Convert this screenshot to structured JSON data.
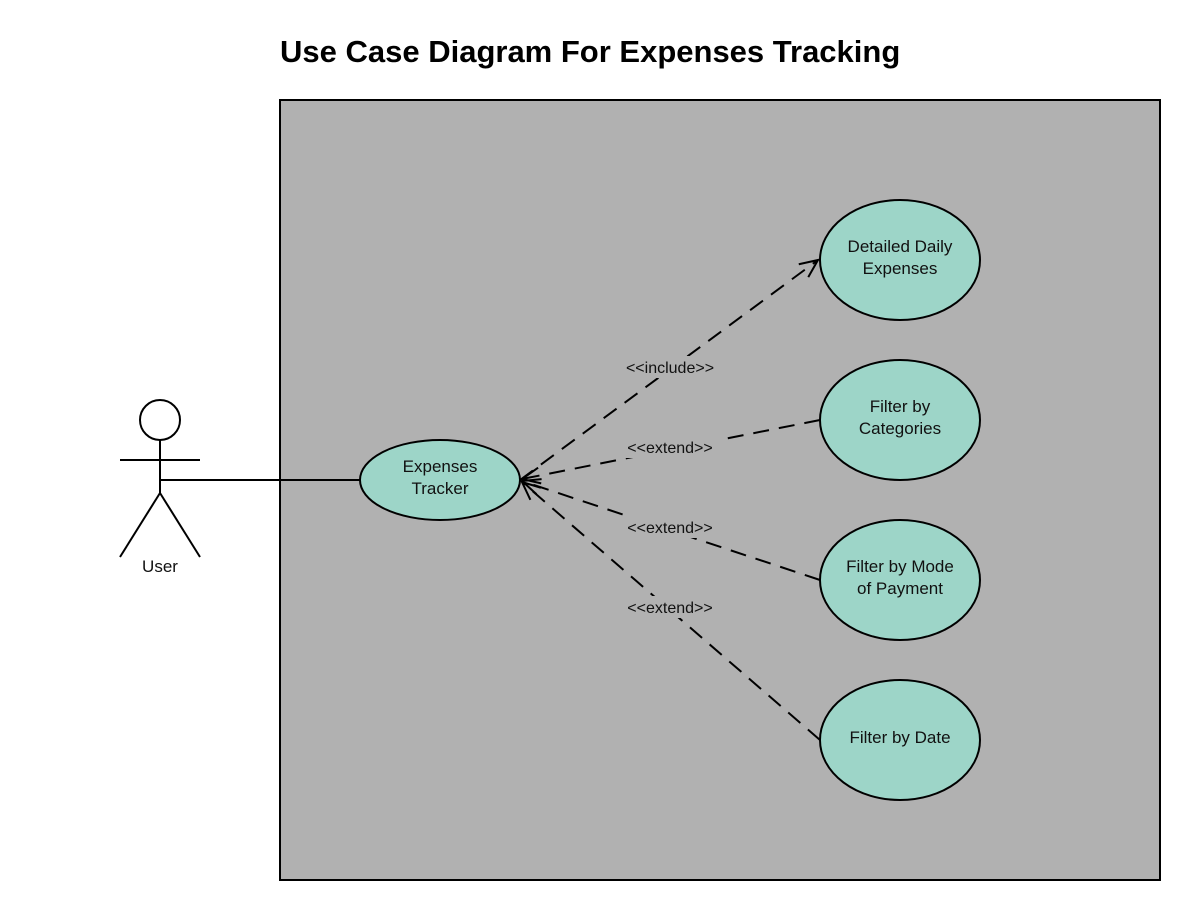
{
  "title": "Use Case Diagram For Expenses Tracking",
  "colors": {
    "system_boundary_fill": "#b1b1b1",
    "use_case_fill": "#9dd5c8",
    "stroke": "#000000",
    "page_background": "#ffffff"
  },
  "actor": {
    "label": "User",
    "icon": "stick-figure-icon"
  },
  "use_cases": {
    "main": {
      "line1": "Expenses",
      "line2": "Tracker"
    },
    "detailed_daily": {
      "line1": "Detailed Daily",
      "line2": "Expenses"
    },
    "filter_categories": {
      "line1": "Filter by",
      "line2": "Categories"
    },
    "filter_payment": {
      "line1": "Filter by Mode",
      "line2": "of Payment"
    },
    "filter_date": {
      "line1": "Filter by Date"
    }
  },
  "relationships": [
    {
      "from": "Expenses Tracker",
      "to": "Detailed Daily Expenses",
      "label": "<<include>>",
      "style": "dashed"
    },
    {
      "from": "Filter by Categories",
      "to": "Expenses Tracker",
      "label": "<<extend>>",
      "style": "dashed"
    },
    {
      "from": "Filter by Mode of Payment",
      "to": "Expenses Tracker",
      "label": "<<extend>>",
      "style": "dashed"
    },
    {
      "from": "Filter by Date",
      "to": "Expenses Tracker",
      "label": "<<extend>>",
      "style": "dashed"
    }
  ]
}
